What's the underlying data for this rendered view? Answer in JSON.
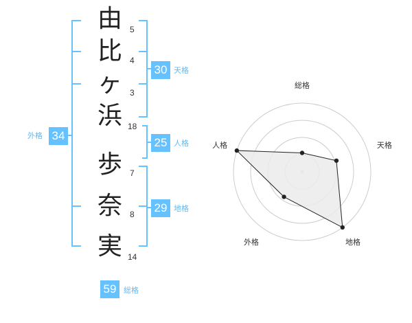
{
  "name": {
    "chars": [
      "由",
      "比",
      "ヶ",
      "浜",
      "歩",
      "奈",
      "実"
    ],
    "strokes": [
      "5",
      "4",
      "3",
      "18",
      "7",
      "8",
      "14"
    ]
  },
  "fortune": {
    "tenkaku": {
      "value": "30",
      "label": "天格"
    },
    "jinkaku": {
      "value": "25",
      "label": "人格"
    },
    "chikaku": {
      "value": "29",
      "label": "地格"
    },
    "gaikaku": {
      "value": "34",
      "label": "外格"
    },
    "soukaku": {
      "value": "59",
      "label": "総格"
    }
  },
  "accent_color": "#66c2ff",
  "chart_data": {
    "type": "radar",
    "axes": [
      "総格",
      "天格",
      "地格",
      "外格",
      "人格"
    ],
    "values": [
      1.1,
      2.1,
      4.0,
      1.8,
      4.0
    ],
    "max": 4,
    "rings": 4,
    "line_color": "#222222",
    "fill_color": "#ebebeb"
  }
}
